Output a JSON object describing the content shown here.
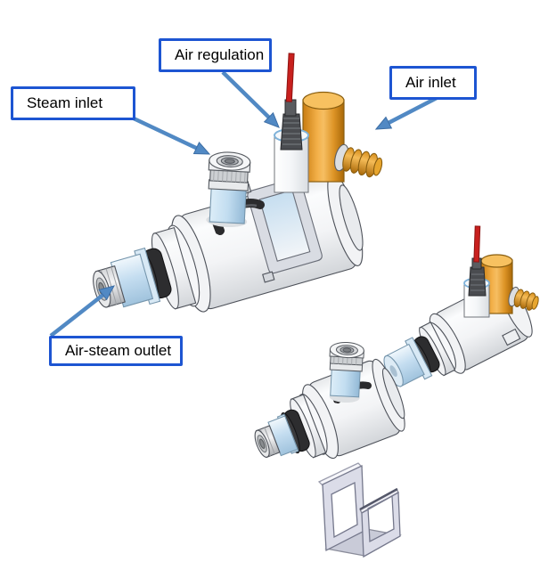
{
  "callouts": [
    {
      "id": "steam-inlet",
      "text": "Steam inlet"
    },
    {
      "id": "air-regulation",
      "text": "Air regulation"
    },
    {
      "id": "air-inlet",
      "text": "Air inlet"
    },
    {
      "id": "air-steam-outlet",
      "text": "Air-steam outlet"
    }
  ],
  "colors": {
    "callout_border": "#1D55D2",
    "arrow": "#5189C4",
    "arrow_edge": "#3D6EA5",
    "device_orange": "#EFA42E",
    "needle_red": "#C8201E",
    "part_blue": "#C4DDF0",
    "bracket_grey": "#DBDCE8",
    "outline": "#4E525A",
    "background": "#FFFFFF"
  }
}
